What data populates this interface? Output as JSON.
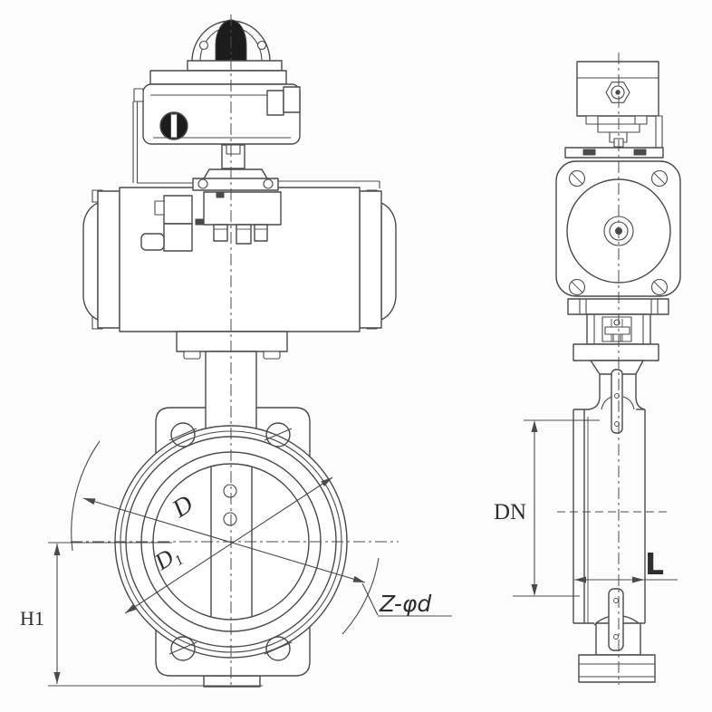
{
  "drawing": {
    "dimension_labels": {
      "h1": "H1",
      "dn": "DN",
      "l": "L",
      "z_phi_d": "Z-φd",
      "d": "D",
      "d1_base": "D",
      "d1_sub": "1"
    },
    "colors": {
      "line": "#4a4a4a",
      "label": "#2e2e2e",
      "background": "#fdfdfd",
      "indicator_fill": "#1c1c1c"
    }
  }
}
